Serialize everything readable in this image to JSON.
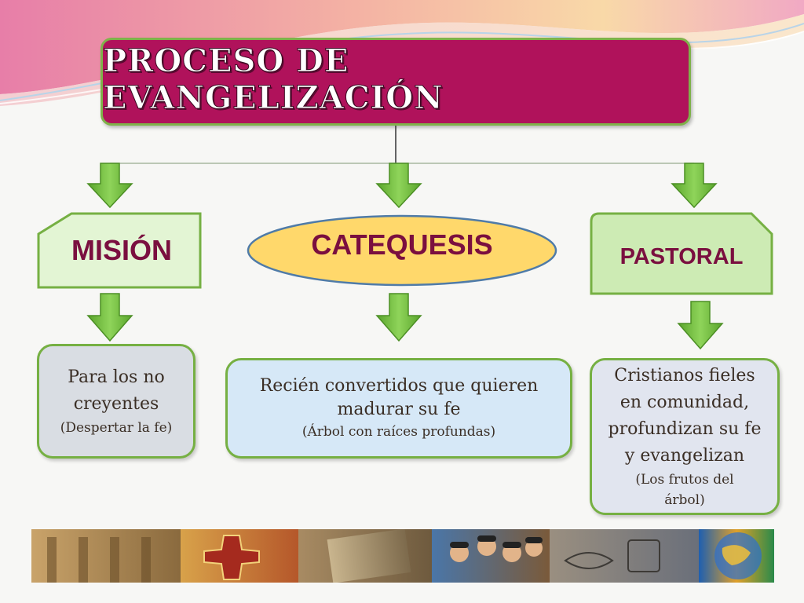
{
  "title": "Proceso de evangelización",
  "nodes": {
    "mision": {
      "label": "MISIÓN"
    },
    "catequesis": {
      "label": "CATEQUESIS"
    },
    "pastoral": {
      "label": "PASTORAL"
    }
  },
  "descriptions": {
    "mision": {
      "main": "Para los no creyentes",
      "sub": "(Despertar la fe)"
    },
    "catequesis": {
      "main": "Recién convertidos que quieren madurar su fe",
      "sub": "(Árbol con raíces profundas)"
    },
    "pastoral": {
      "main": "Cristianos fieles en comunidad, profundizan su fe y evangelizan",
      "sub": "(Los frutos del árbol)"
    }
  },
  "colors": {
    "title_bg": "#b0125b",
    "arrow_green": "#74c043",
    "card_green": "#e3f5d4",
    "oval_yellow": "#ffd86b",
    "label_maroon": "#7a0f3f"
  },
  "icons": {
    "arrows": "down-arrow-icon",
    "filmstrip": "photo-collage"
  }
}
